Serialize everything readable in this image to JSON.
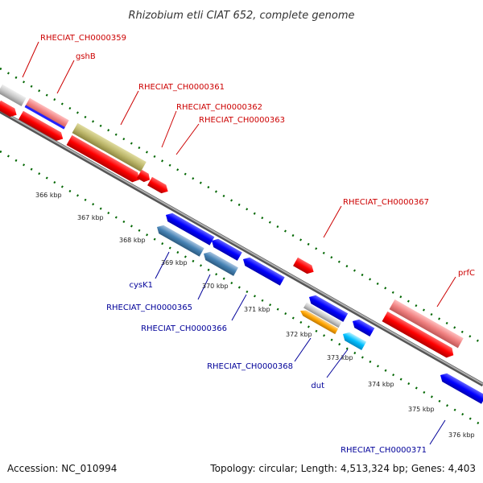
{
  "title": "Rhizobium etli CIAT 652, complete genome",
  "footer": {
    "accession": "Accession: NC_010994",
    "summary": "Topology: circular; Length: 4,513,324 bp; Genes: 4,403"
  },
  "colors": {
    "forward_label": "#cc0000",
    "reverse_label": "#000099",
    "backbone": "#888888",
    "tick": "#006600"
  },
  "scale_labels": [
    "366 kbp",
    "367 kbp",
    "368 kbp",
    "369 kbp",
    "370 kbp",
    "371 kbp",
    "372 kbp",
    "373 kbp",
    "374 kbp",
    "375 kbp",
    "376 kbp"
  ],
  "gene_labels": {
    "forward": [
      "RHECIAT_CH0000359",
      "gshB",
      "RHECIAT_CH0000361",
      "RHECIAT_CH0000362",
      "RHECIAT_CH0000363",
      "RHECIAT_CH0000367",
      "prfC"
    ],
    "reverse": [
      "cysK1",
      "RHECIAT_CH0000365",
      "RHECIAT_CH0000366",
      "RHECIAT_CH0000368",
      "dut",
      "RHECIAT_CH0000371"
    ]
  }
}
